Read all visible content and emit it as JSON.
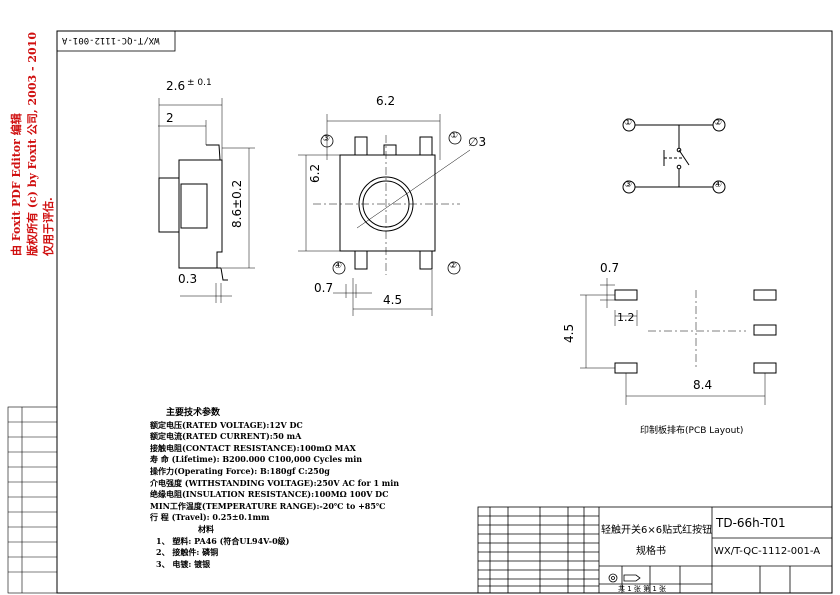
{
  "watermark": {
    "line1": "由 Foxit PDF Editor 编辑",
    "line2": "版权所有 (c) by Foxit 公司, 2003 - 2010",
    "line3": "仅用于评估."
  },
  "drawing": {
    "top_code_rotated": "WX/T-QC-1112-001-A",
    "side_view": {
      "width": "2.6",
      "width_tol": "± 0.1",
      "inner": "2",
      "height": "8.6±0.2",
      "lead": "0.3"
    },
    "top_view": {
      "width": "6.2",
      "height": "6.2",
      "diameter": "∅3",
      "pitch": "4.5",
      "lead": "0.7",
      "pins": [
        "③",
        "①",
        "④",
        "②"
      ]
    },
    "schematic": {
      "pins": [
        "①",
        "②",
        "③",
        "④"
      ]
    },
    "pcb": {
      "pad": "0.7",
      "pad_w": "1.2",
      "v_pitch": "4.5",
      "h_pitch": "8.4",
      "label": "印制板排布(PCB Layout)"
    }
  },
  "specs": {
    "title": "主要技术参数",
    "lines": [
      "额定电压(RATED VOLTAGE):12V DC",
      "额定电流(RATED CURRENT):50 mA",
      "接触电阻(CONTACT RESISTANCE):100mΩ MAX",
      "寿 命 (Lifetime): B200.000 C100,000 Cycles min",
      "操作力(Operating Force): B:180gf C:250g",
      "介电强度 (WITHSTANDING VOLTAGE):250V AC for 1 min",
      "绝缘电阻(INSULATION RESISTANCE):100MΩ 100V DC",
      "MIN工作温度(TEMPERATURE RANGE):-20℃ to +85℃",
      "行 程 (Travel): 0.25±0.1mm"
    ],
    "materials_title": "材料",
    "materials": [
      "1、 塑料: PA46 (符合UL94V-0级)",
      "2、 接触件: 磷铜",
      "3、 电镀: 镀银"
    ]
  },
  "title_block": {
    "product_name": "轻触开关6×6贴式红按钮",
    "doc_type": "规格书",
    "product_code": "TD-66h-T01",
    "drawing_number": "WX/T-QC-1112-001-A",
    "sheet_label": "共 1 张  第 1 张"
  }
}
